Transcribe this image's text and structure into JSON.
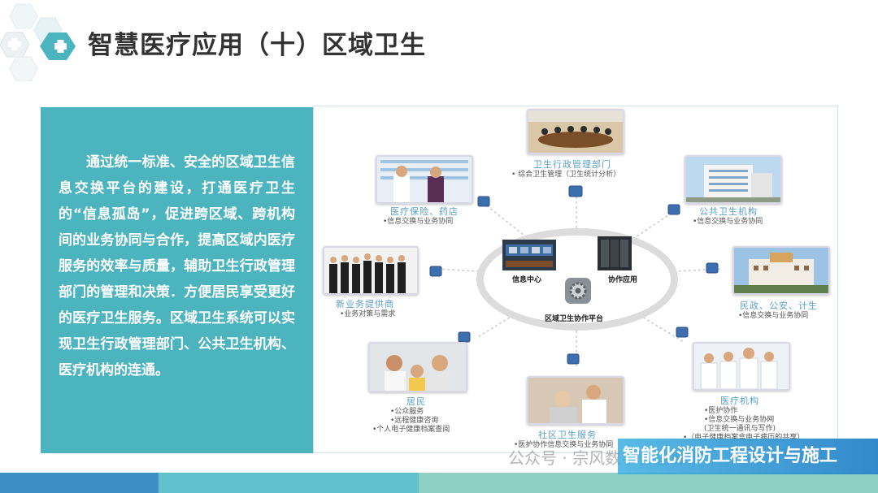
{
  "header": {
    "title": "智慧医疗应用（十）区域卫生"
  },
  "left_panel": {
    "text": "通过统一标准、安全的区域卫生信息交换平台的建设，打通医疗卫生的“信息孤岛”，促进跨区域、跨机构间的业务协同与合作，提高区域内医疗服务的效率与质量，辅助卫生行政管理部门的管理和决策．方便居民享受更好的医疗卫生服务。区域卫生系统可以实现卫生行政管理部门、公共卫生机构、医疗机构的连通。"
  },
  "diagram": {
    "center": {
      "label": "区域卫生协作平台",
      "left_label": "信息中心",
      "right_label": "协作应用"
    },
    "nodes": {
      "admin": {
        "title": "卫生行政管理部门",
        "desc": [
          "• 综合卫生管理（卫生统计分析）"
        ]
      },
      "insurance": {
        "title": "医疗保险、药店",
        "desc": [
          "•信息交换与业务协同"
        ]
      },
      "public": {
        "title": "公共卫生机构",
        "desc": [
          "•信息交换与业务协同"
        ]
      },
      "provider": {
        "title": "新业务提供商",
        "desc": [
          "•业务对策与需求"
        ]
      },
      "civil": {
        "title": "民政、公安、计生",
        "desc": [
          "•信息交换与业务协同"
        ]
      },
      "resident": {
        "title": "居民",
        "desc": [
          "•公众服务",
          "•远程健康咨询",
          "•个人电子健康档案查阅"
        ]
      },
      "community": {
        "title": "社区卫生服务",
        "desc": [
          "•医护协作信息交换与业务协同"
        ]
      },
      "hospital": {
        "title": "医疗机构",
        "desc": [
          "•医护协作",
          "•信息交换与业务协网",
          "(卫生统一通讯与写作)",
          "•（电子健康档案盒电子病历的共享）"
        ]
      }
    }
  },
  "watermark": {
    "text": "公众号 · 宗风数字智慧城市"
  },
  "ribbon": {
    "text": "智能化消防工程设计与施工"
  },
  "colors": {
    "teal_panel": "#4bb4bf",
    "node_title": "#5aa0c8",
    "title_text": "#333333"
  }
}
